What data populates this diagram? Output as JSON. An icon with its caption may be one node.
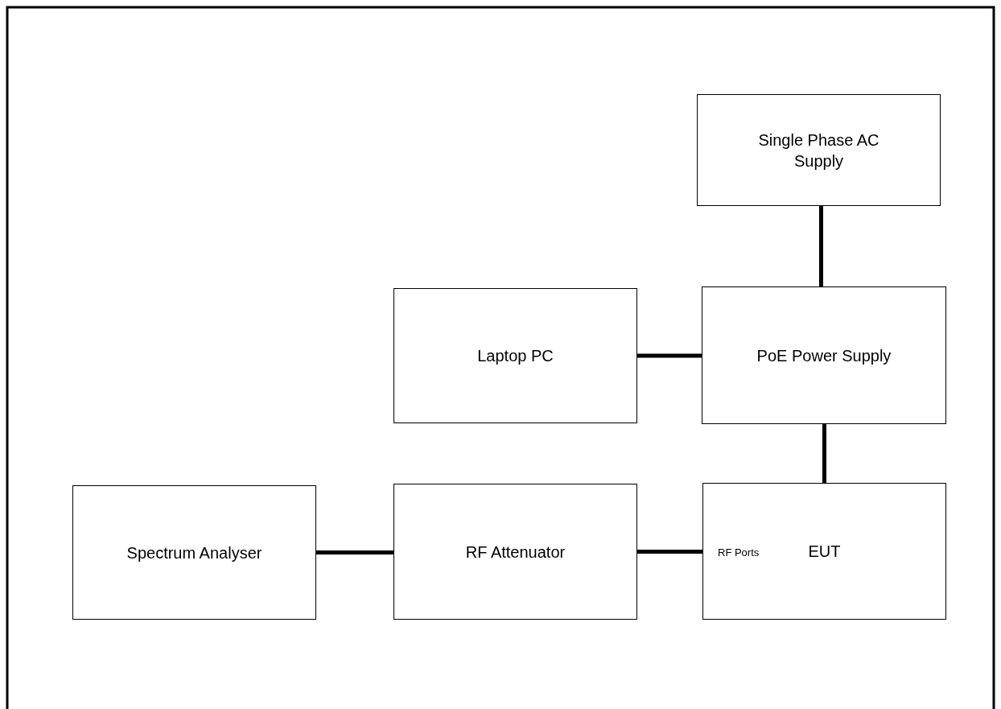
{
  "diagram": {
    "nodes": [
      {
        "text": [
          "Single Phase AC Supply"
        ]
      },
      {
        "text": [
          "Laptop PC"
        ]
      },
      {
        "text": [
          "PoE Power Supply"
        ]
      },
      {
        "text": [
          "Spectrum Analyser"
        ]
      },
      {
        "text": [
          "RF Attenuator"
        ]
      },
      {
        "text": [
          "RF Ports",
          "EUT"
        ]
      }
    ],
    "edges": [
      {
        "from": 0,
        "to": 2,
        "arrow": "none"
      },
      {
        "from": 1,
        "to": 2,
        "arrow": "none"
      },
      {
        "from": 2,
        "to": 5,
        "arrow": "none"
      },
      {
        "from": 3,
        "to": 4,
        "arrow": "none"
      },
      {
        "from": 4,
        "to": 5,
        "arrow": "none"
      }
    ]
  }
}
